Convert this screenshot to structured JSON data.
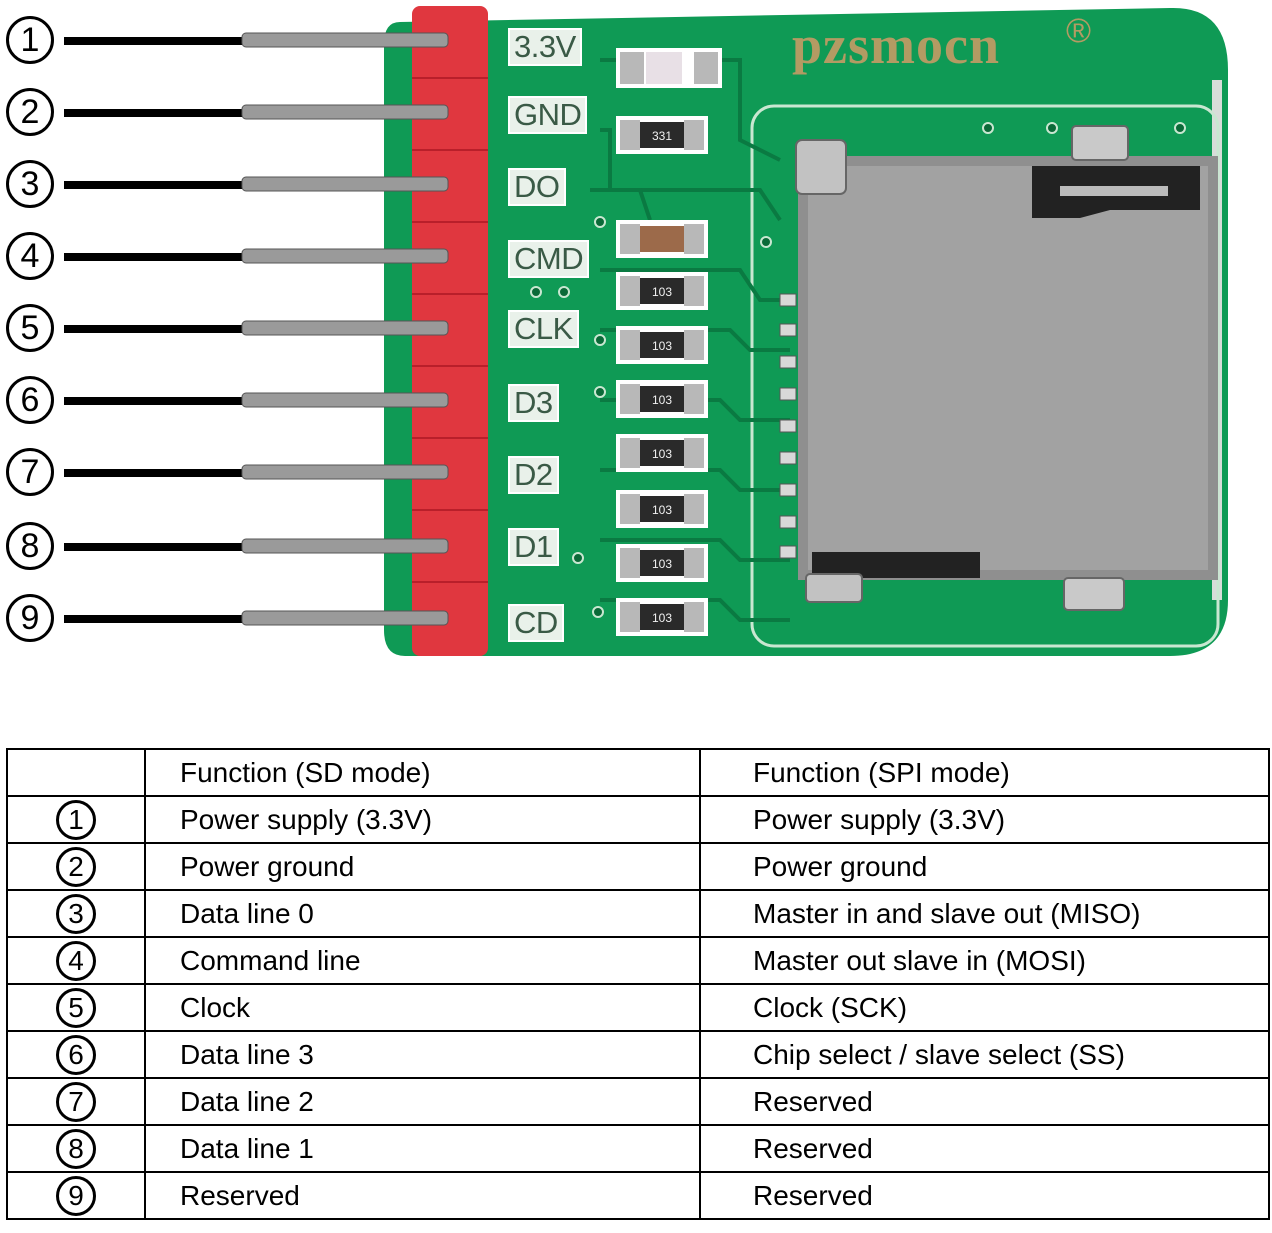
{
  "brand": {
    "name": "pzsmocn",
    "reg_mark": "®"
  },
  "pins": [
    {
      "num": "1",
      "silk": "3.3V",
      "sd": "Power supply (3.3V)",
      "spi": "Power supply (3.3V)"
    },
    {
      "num": "2",
      "silk": "GND",
      "sd": "Power ground",
      "spi": "Power ground"
    },
    {
      "num": "3",
      "silk": "DO",
      "sd": "Data line 0",
      "spi": "Master in and slave out (MISO)"
    },
    {
      "num": "4",
      "silk": "CMD",
      "sd": "Command line",
      "spi": "Master out slave in (MOSI)"
    },
    {
      "num": "5",
      "silk": "CLK",
      "sd": "Clock",
      "spi": "Clock (SCK)"
    },
    {
      "num": "6",
      "silk": "D3",
      "sd": "Data line 3",
      "spi": "Chip select / slave select (SS)"
    },
    {
      "num": "7",
      "silk": "D2",
      "sd": "Data line 2",
      "spi": "Reserved"
    },
    {
      "num": "8",
      "silk": "D1",
      "sd": "Data line 1",
      "spi": "Reserved"
    },
    {
      "num": "9",
      "silk": "CD",
      "sd": "Reserved",
      "spi": "Reserved"
    }
  ],
  "resistors": {
    "top": "331",
    "pullup": "103"
  },
  "table": {
    "header_blank": "",
    "header_sd": "Function (SD mode)",
    "header_spi": "Function (SPI mode)"
  },
  "colors": {
    "pcb": "#0f9a55",
    "pcb_dark": "#0a7a42",
    "header": "#e0373f",
    "pin_metal": "#9a9a9a",
    "card_socket": "#8f8f8f"
  }
}
